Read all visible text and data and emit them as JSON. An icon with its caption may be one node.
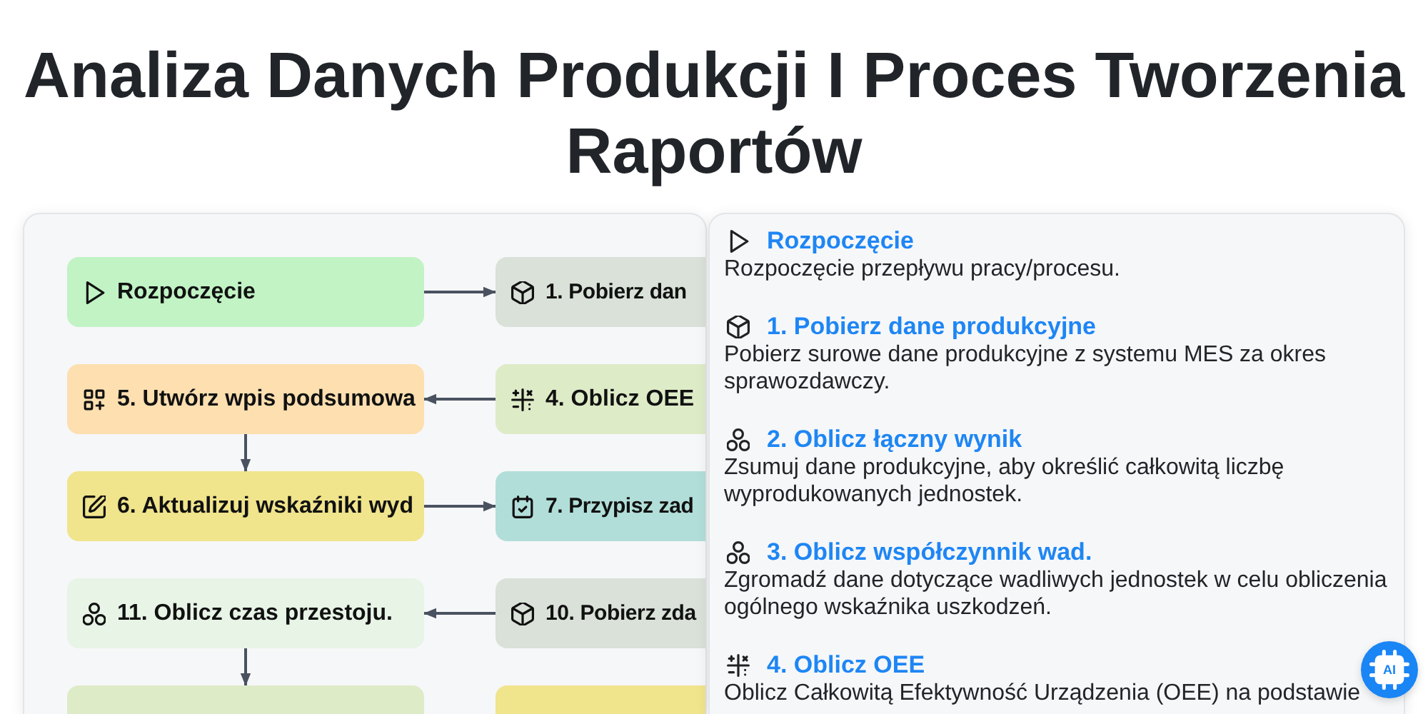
{
  "diagram": {
    "title": "Analiza Danych Produkcji I Proces Tworzenia Raportów",
    "nodes": [
      {
        "text": [],
        "shape": "box"
      },
      {
        "text": [
          "Rozpoczęcie"
        ],
        "in": 0
      },
      {
        "text": [
          "1. Pobierz dan"
        ],
        "in": 0
      },
      {
        "text": [
          "5. Utwórz wpis podsumowa"
        ],
        "in": 0
      },
      {
        "text": [
          "4. Oblicz OEE"
        ],
        "in": 0
      },
      {
        "text": [
          "6. Aktualizuj wskaźniki wyd"
        ],
        "in": 0
      },
      {
        "text": [
          "7. Przypisz zad"
        ],
        "in": 0
      },
      {
        "text": [
          "11. Oblicz czas przestoju."
        ],
        "in": 0
      },
      {
        "text": [
          "10. Pobierz zda"
        ],
        "in": 0
      },
      {
        "text": [],
        "shape": "box",
        "in": 0
      },
      {
        "text": [],
        "shape": "box",
        "in": 0
      },
      {
        "text": [
          "Rozpoczęcie",
          "Rozpoczęcie przepływu pracy/procesu.",
          "1. Pobierz dane produkcyjne",
          "Pobierz surowe dane produkcyjne z systemu MES za okres sprawozdawczy.",
          "2. Oblicz łączny wynik",
          "Zsumuj dane produkcyjne, aby określić całkowitą liczbę wyprodukowanych jednostek.",
          "3. Oblicz współczynnik wad.",
          "Zgromadź dane dotyczące wadliwych jednostek w celu obliczenia ogólnego wskaźnika uszkodzeń.",
          "4. Oblicz OEE",
          "Oblicz Całkowitą Efektywność Urządzenia (OEE) na podstawie"
        ]
      }
    ],
    "edges": [
      {
        "from": 1,
        "to": 2,
        "arrow": "to"
      },
      {
        "from": 4,
        "to": 3,
        "arrow": "to"
      },
      {
        "from": 3,
        "to": 5,
        "arrow": "to"
      },
      {
        "from": 5,
        "to": 6,
        "arrow": "to"
      },
      {
        "from": 8,
        "to": 7,
        "arrow": "to"
      },
      {
        "from": 7,
        "to": 9,
        "arrow": "to"
      }
    ],
    "labels": [
      "AI"
    ]
  }
}
